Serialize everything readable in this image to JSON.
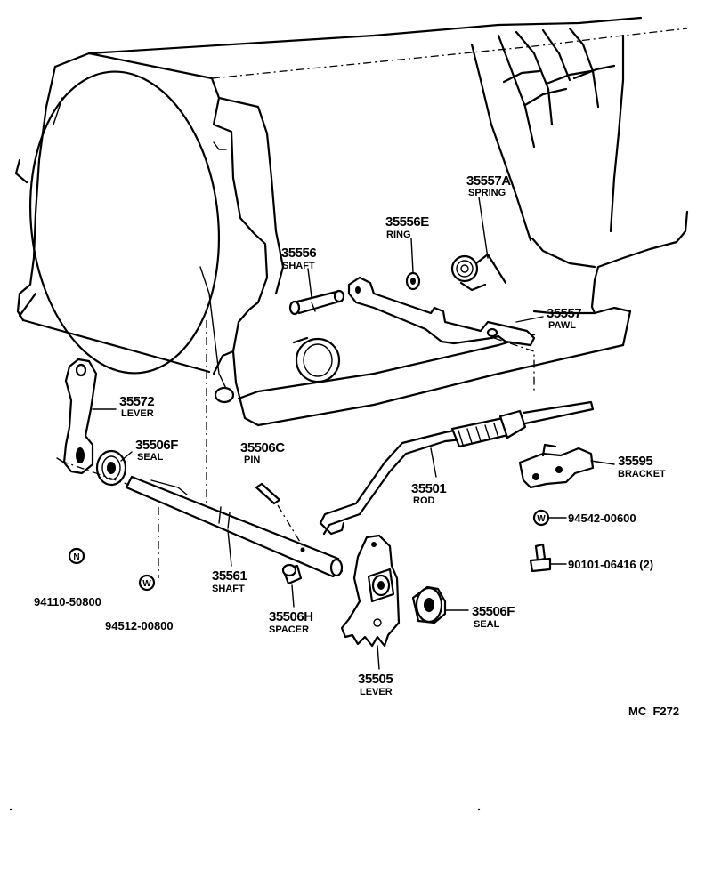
{
  "diagram_ref": "MC  F272",
  "parts": [
    {
      "id": "p35557A",
      "number": "35557A",
      "name": "SPRING"
    },
    {
      "id": "p35556E",
      "number": "35556E",
      "name": "RING"
    },
    {
      "id": "p35556",
      "number": "35556",
      "name": "SHAFT"
    },
    {
      "id": "p35557",
      "number": "35557",
      "name": "PAWL"
    },
    {
      "id": "p35572",
      "number": "35572",
      "name": "LEVER"
    },
    {
      "id": "p35506F_a",
      "number": "35506F",
      "name": "SEAL"
    },
    {
      "id": "p35506C",
      "number": "35506C",
      "name": "PIN"
    },
    {
      "id": "p35501",
      "number": "35501",
      "name": "ROD"
    },
    {
      "id": "p35595",
      "number": "35595",
      "name": "BRACKET"
    },
    {
      "id": "p35561",
      "number": "35561",
      "name": "SHAFT"
    },
    {
      "id": "p35506H",
      "number": "35506H",
      "name": "SPACER"
    },
    {
      "id": "p35506F_b",
      "number": "35506F",
      "name": "SEAL"
    },
    {
      "id": "p35505",
      "number": "35505",
      "name": "LEVER"
    }
  ],
  "hardware": [
    {
      "id": "h94542",
      "symbol": "W",
      "number": "94542-00600"
    },
    {
      "id": "h90101",
      "symbol": "",
      "number": "90101-06416 (2)"
    },
    {
      "id": "h94110",
      "symbol": "N",
      "number": "94110-50800"
    },
    {
      "id": "h94512",
      "symbol": "W",
      "number": "94512-00800"
    }
  ]
}
